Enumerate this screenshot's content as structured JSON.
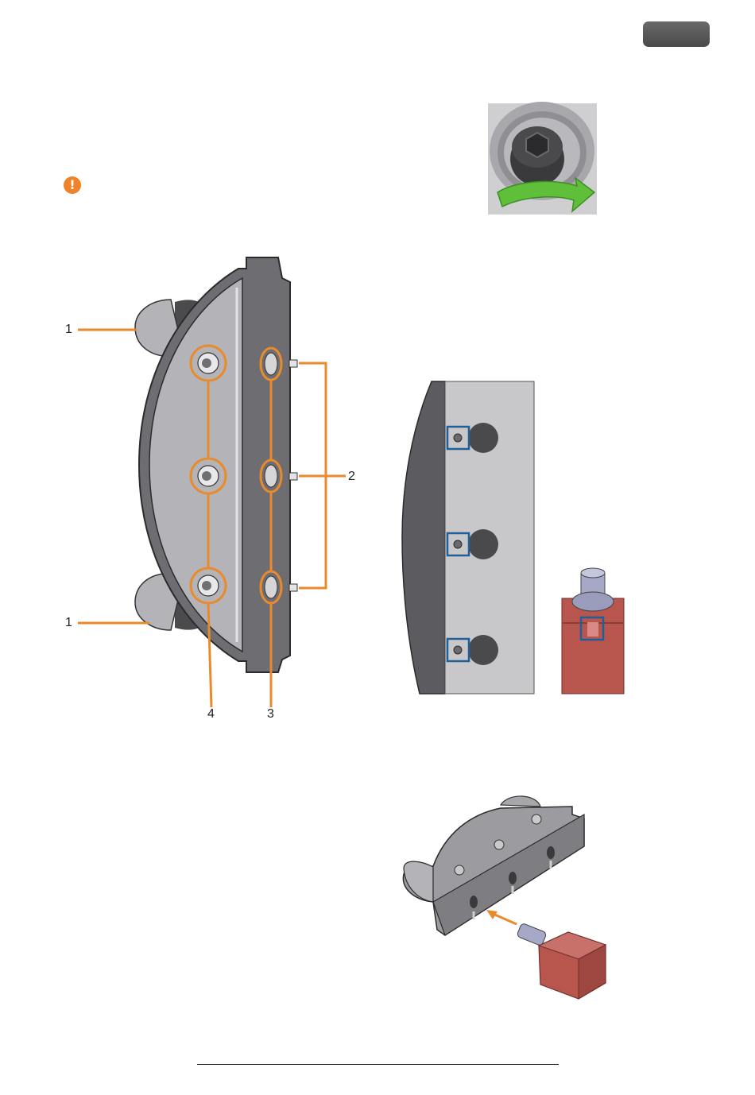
{
  "callouts": {
    "c1_top": "1",
    "c1_bottom": "1",
    "c2": "2",
    "c3": "3",
    "c4": "4"
  },
  "colors": {
    "accent_orange": "#e98a2c",
    "highlight_blue": "#1f5f9a",
    "warning": "#f0822a",
    "badge": "#555555",
    "plate_light": "#b4b4b8",
    "plate_dark": "#6e6e72",
    "tool_red": "#b8564e",
    "arrow_green": "#5fbf3a"
  },
  "icons": {
    "warning": "warning-circle-icon",
    "rotate": "rotate-arrow-icon"
  }
}
